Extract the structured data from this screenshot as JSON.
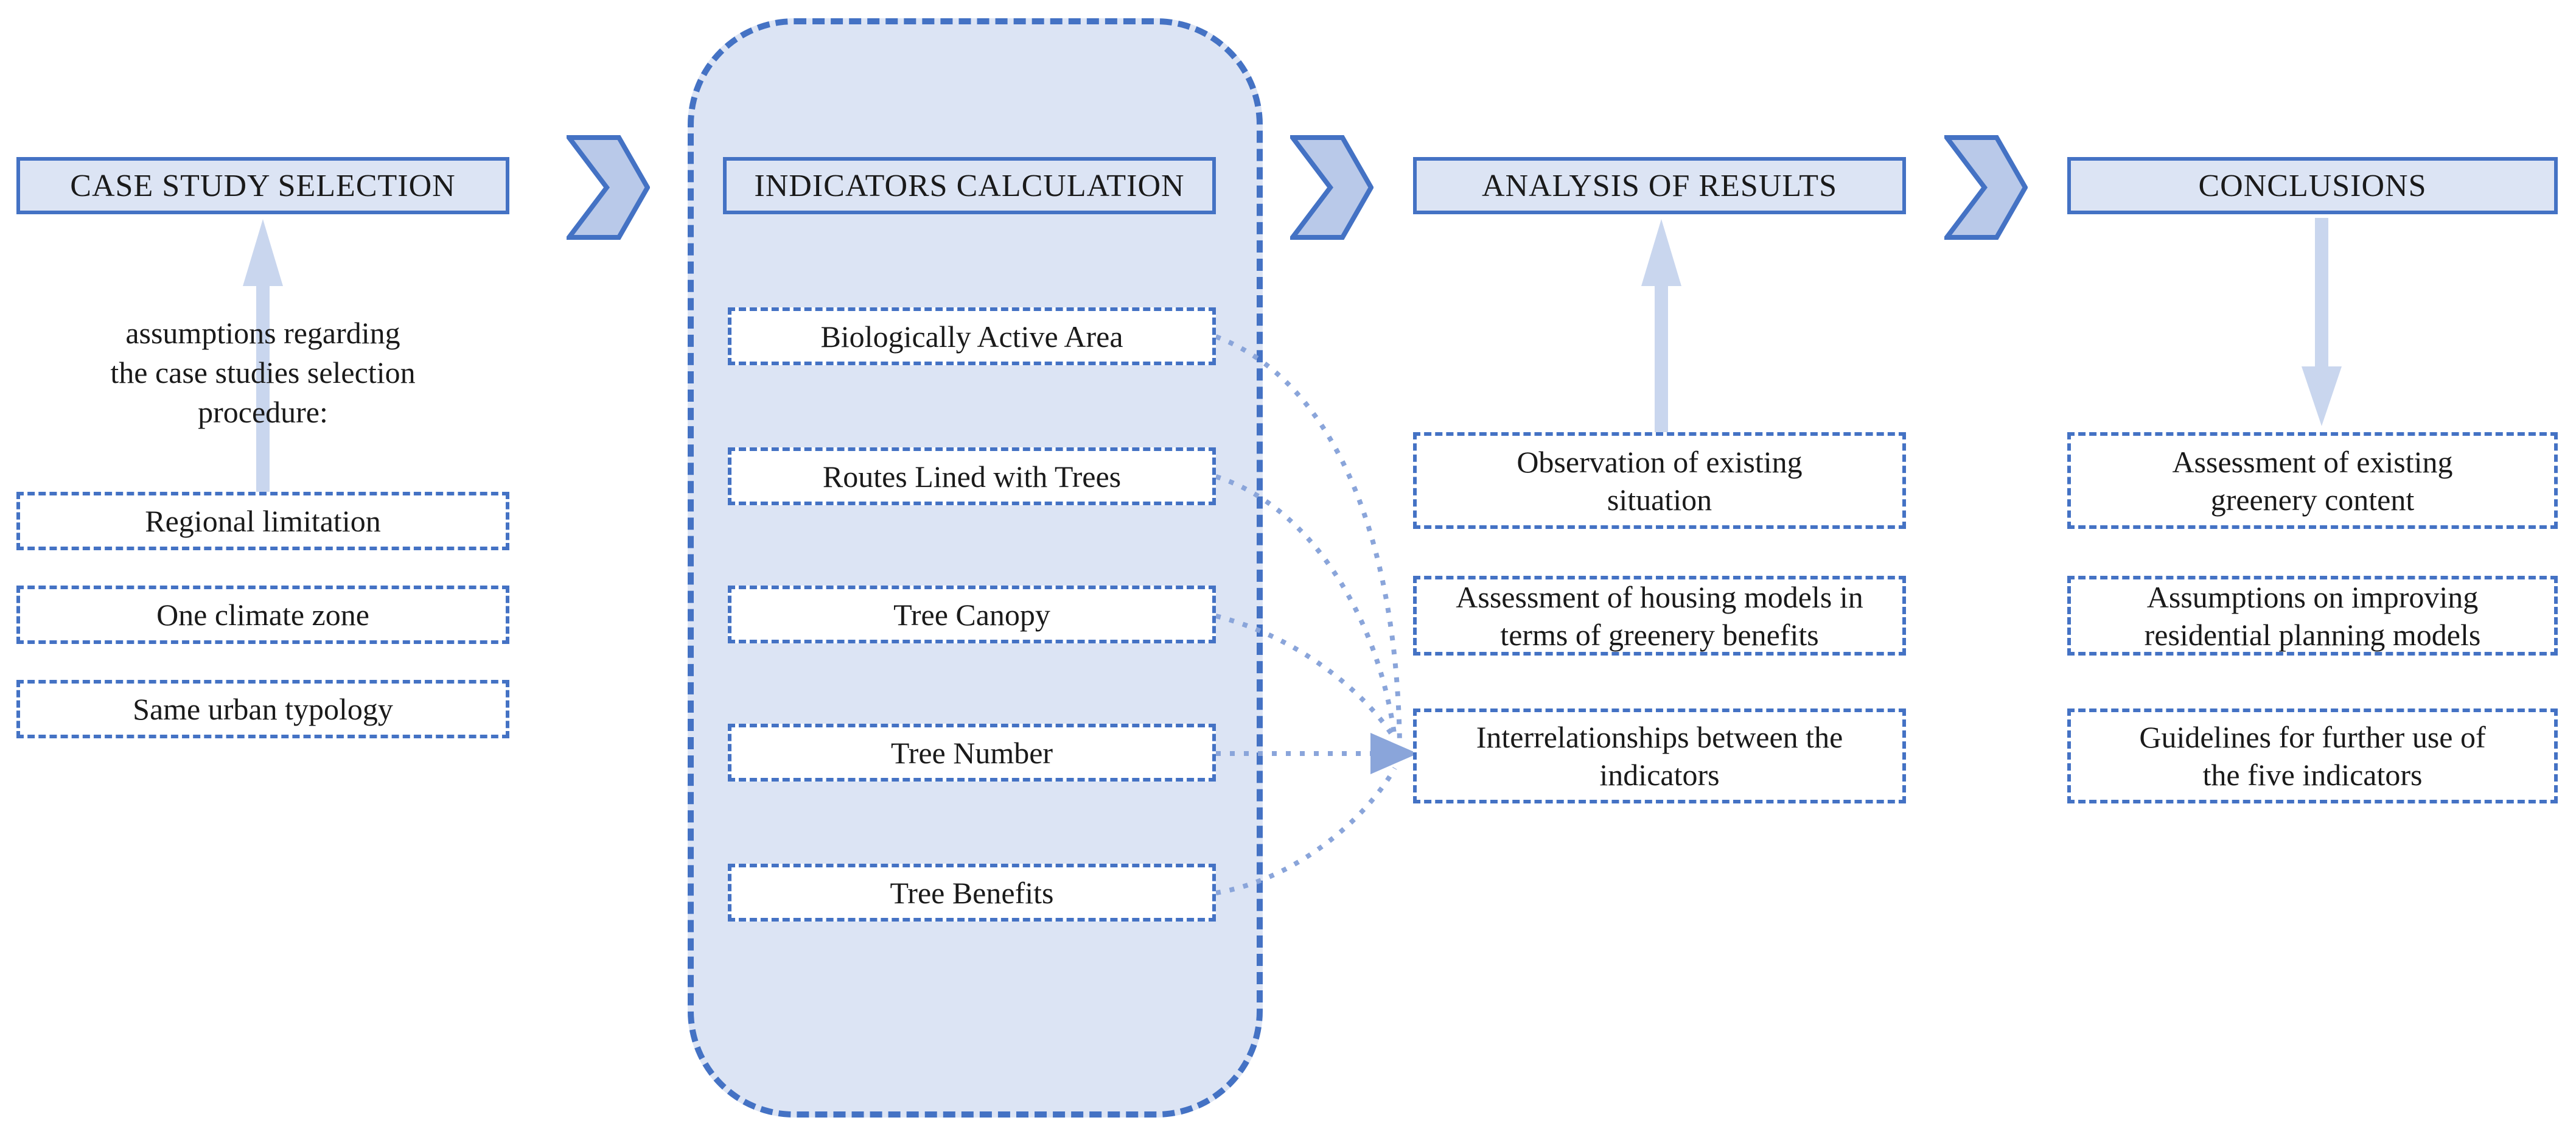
{
  "diagram": {
    "stages": [
      {
        "title": "CASE STUDY SELECTION",
        "note_lines": [
          "assumptions regarding",
          "the case studies selection",
          "procedure:"
        ],
        "boxes": [
          {
            "label": "Regional limitation"
          },
          {
            "label": "One climate zone"
          },
          {
            "label": "Same urban typology"
          }
        ]
      },
      {
        "title": "INDICATORS CALCULATION",
        "boxes": [
          {
            "label": "Biologically Active Area"
          },
          {
            "label": "Routes Lined with Trees"
          },
          {
            "label": "Tree Canopy"
          },
          {
            "label": "Tree Number"
          },
          {
            "label": "Tree Benefits"
          }
        ]
      },
      {
        "title": "ANALYSIS OF RESULTS",
        "boxes": [
          {
            "label": "Observation of existing situation"
          },
          {
            "label": "Assessment of housing models in terms of greenery benefits"
          },
          {
            "label": "Interrelationships between the indicators"
          }
        ]
      },
      {
        "title": "CONCLUSIONS",
        "boxes": [
          {
            "label": "Assessment of existing greenery content"
          },
          {
            "label": "Assumptions on improving residential planning models"
          },
          {
            "label": "Guidelines for further use of the five indicators"
          }
        ]
      }
    ],
    "icons": {
      "chevron": "chevron-right-icon",
      "flow_arrowhead": "arrowhead-right-icon"
    },
    "colors": {
      "accent_border": "#4472c4",
      "panel_fill": "#dce4f4",
      "chevron_fill": "#b9c9e9",
      "soft_arrow": "#c9d6ee",
      "dotted_connector": "#8aa5da",
      "box_fill": "#ffffff",
      "text": "#1a1a1a"
    }
  }
}
